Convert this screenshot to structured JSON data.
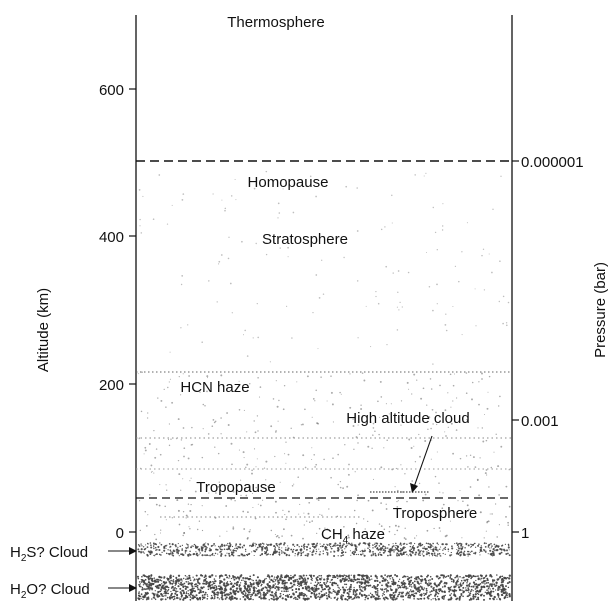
{
  "axes": {
    "left_label": "Altitude (km)",
    "right_label": "Pressure (bar)",
    "altitude_ticks": [
      {
        "label": "600",
        "km": 600
      },
      {
        "label": "400",
        "km": 400
      },
      {
        "label": "200",
        "km": 200
      },
      {
        "label": "0",
        "km": 0
      }
    ],
    "pressure_ticks": [
      {
        "label": "0.000001",
        "bar": 1e-06
      },
      {
        "label": "0.001",
        "bar": 0.001
      },
      {
        "label": "1",
        "bar": 1
      }
    ]
  },
  "layers": {
    "thermosphere": "Thermosphere",
    "homopause": "Homopause",
    "stratosphere": "Stratosphere",
    "hcn_haze": "HCN haze",
    "high_altitude_cloud": "High altitude cloud",
    "tropopause": "Tropopause",
    "troposphere": "Troposphere",
    "ch4_haze_base": "CH",
    "ch4_haze_sub": "4",
    "ch4_haze_tail": " haze"
  },
  "clouds": {
    "h2s_a": "H",
    "h2s_sub": "2",
    "h2s_b": "S? Cloud",
    "h2o_a": "H",
    "h2o_sub": "2",
    "h2o_b": "O? Cloud"
  },
  "colors": {
    "ink": "#111111",
    "background": "#ffffff",
    "stipple": "#444444"
  }
}
